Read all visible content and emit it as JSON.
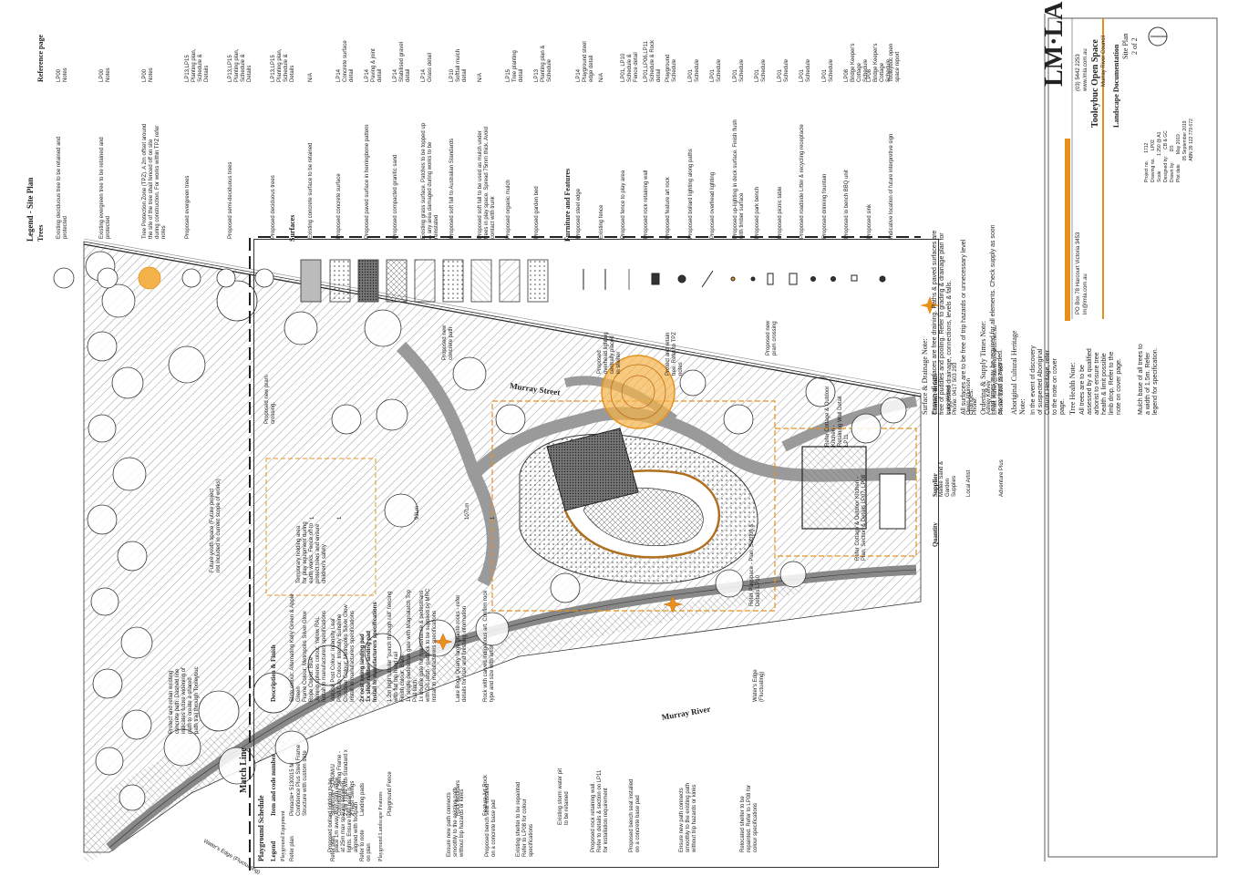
{
  "plan": {
    "street_north": "Murray Street",
    "river": "Murray River",
    "match_line": "Match Line",
    "waters_edge_1": "Water's Edge\n(Fluctuating)",
    "waters_edge_2": "Water's Edge (Fluctuating)",
    "callouts": {
      "c1": "Proposed bollard lighting to be\nplace 1m away from path edge\nat 25m max spacing between\nlights. Ensure light beam is\naligned with footpath",
      "c2": "Protect and retain existing\nconcrete path. Dashed line\nindicates future widening of\npath to create a shared\npath trail through Tooleybuc",
      "c3": "Ensure new path connects\nsmoothly to the existing path\nwithout trip hazards or kinks",
      "c4": "Proposed bench seat installed\non a concrete base pad",
      "c5": "Existing shelter to be repainted\nRefer to LP08 for colour\nspecifications",
      "c6": "Existing storm water pit\nto be retained",
      "c7": "Proposed rock retaining wall.\nRefer to details & section on LP11\nfor installation requirement",
      "c8": "Proposed bench seat installed\non a concrete base pad",
      "c9": "Ensure new path connects\nsmoothly to the existing path\nwithout trip hazards or kinks",
      "c10": "Relocated shelter to be\nrepainted. Refer to LP08 for\ncolour specifications",
      "c11": "Temporary holding area\nfor play equipment during\nearth works. Fence off to\nprotect trees and ensure\nchildren's safety",
      "c12": "Future youth space (Future project\nnot included in current scope of works)",
      "c13": "Proposed new pram\ncrossing.",
      "c14": "Proposed new\nconcrete path",
      "c15": "Proposed\noverhead lighting\ncentrally placed\nin shelter",
      "c16": "Protect and retain\ntree. Refer to TPZ\nnotes",
      "c17": "Proposed new\npram crossing",
      "c18": "Refer Playspace - Plan, Section &\nDetails LP10",
      "c19": "Refer Cottage & Outdoor Kitchen -\nPlan, Section & Details LP07, LP08",
      "c20": "Refer Cottage & Outdoor\nKitchen -\nRetaining Wall Detail\nLP11"
    }
  },
  "schedule": {
    "title": "Playground Schedule",
    "headers": [
      "Legend",
      "Item and code number",
      "Description & Finish",
      "Quantity",
      "Supplier",
      "Contact details"
    ],
    "section1": "Playground Equipment",
    "section2": "Playground Landscape Features",
    "rows": [
      {
        "legend": "Refer plan",
        "item": "Pinnacle+ 5130015 M\nConfidence Plus Steel Frame\nStructure with custom slide",
        "desc": "Slide colour: Alternating Kelly Green & Apple\nGreen\nFrame Colour: Metropolis Silver Glow\nRope Colour: Blue\nJoining spheres colour: Yellow RAL\nInstall to manufacturers specifications",
        "qty": "1",
        "supplier": "",
        "contact": ""
      },
      {
        "legend": "Refer plan",
        "item": "Spectrum+ SD40M/U\nCommunity Swing Frame -\n2.5m Triple with Standard x\n2 Nest Swings",
        "desc": "Vertical Post Colour: Intensity Leaf\nPost Cap Colour: Intensity Sunshine\nCrossbar Colour: Metropolis Silver Glow\nInstall to manufacturers specifications",
        "qty": "1",
        "supplier": "Adventure Plus",
        "contact": "Ashley Kelvey\nEmail: Ashley@adventureplus.net.au\nPhone: 1300 237 587"
      },
      {
        "legend": "Refer to note\non plan",
        "item": "Landing pads",
        "desc": "2x nest swing landing pad\n1x slide rubber landing pad\nInstall to manufacturers specifications",
        "qty": "",
        "supplier": "",
        "contact": ""
      },
      {
        "legend": "",
        "item": "Playground Fence",
        "desc": "1.2m high tubular \"punch through rail\" fencing\nwith flat top hand rail\nFinish colour: Black\n1x single pedestrian gate with Magnalatch Top\nPull latch.\n1x double gate for maintenance & pedestrians\nwith D/L latch - padlock to be supplied by MRC\nInstall to manufacturers specifications",
        "qty": "93Lm",
        "supplier": "",
        "contact": ""
      },
      {
        "legend": "",
        "item": "Rock Boulders",
        "desc": "Lake Boga Quarry large granite rocks - refer\ndetails for size and finishing information",
        "qty": "107Lm",
        "supplier": "Mallee Sand &\nGarden\nSupplies",
        "contact": "Luke Wilson\nPhone: 0417 503 293"
      },
      {
        "legend": "",
        "item": "Feature Art Rock",
        "desc": "Rock with carved indigenous art. Confirm rock\ntype and size with artist",
        "qty": "1",
        "supplier": "Local Artist",
        "contact": "Owen Atkinson\nPhone:"
      }
    ]
  },
  "legend": {
    "title": "Legend - Site Plan",
    "ref_title": "Reference page",
    "trees_title": "Trees",
    "surfaces_title": "Surfaces",
    "furniture_title": "Furniture and Features",
    "trees": [
      {
        "label": "Existing deciduous tree to be retained and\nprotected",
        "ref": "LP00\nNotes"
      },
      {
        "label": "Existing evergreen tree to be retained and\nprotected",
        "ref": "LP00\nNotes"
      },
      {
        "label": "Tree Protection Zone (TPZ). A 2m offset around\nthe site of the tree shall fenced off on site\nduring construction. For works within TPZ refer\nnotes",
        "ref": "LP00\nNotes"
      },
      {
        "label": "Proposed evergreen trees",
        "ref": "LP13,LP15\nPlanting plan,\nSchedule &\nDetails"
      },
      {
        "label": "Proposed semi-deciduous trees",
        "ref": "LP13,LP15\nPlanting plan,\nSchedule &\nDetails"
      },
      {
        "label": "Proposed deciduous trees",
        "ref": "LP13,LP15\nPlanting plan,\nSchedule &\nDetails"
      }
    ],
    "surfaces": [
      {
        "label": "Existing concrete surface to be retained",
        "ref": "N/A"
      },
      {
        "label": "Proposed concrete surface",
        "ref": "LP14\nConcrete surface\ndetail"
      },
      {
        "label": "Proposed paved surface in herringbone pattern",
        "ref": "LP14\nPaving & joint\ndetail"
      },
      {
        "label": "Proposed compacted granitic sand",
        "ref": "LP14\nStabilised gravel\ndetail"
      },
      {
        "label": "Existing grass surface. Patches to be topped up\n& any area damaged during works to be\nreinstated",
        "ref": "LP14\nGrass detail"
      },
      {
        "label": "Proposed soft fall to Australian Standards",
        "ref": "LP10\nSoftfall mulch\ndetail"
      },
      {
        "label": "Proposed soft fall to be used as mulch under\ntrees in play space. Spread 75mm thick. Avoid\ncontact with trunk",
        "ref": "N/A"
      },
      {
        "label": "Proposed organic mulch",
        "ref": "LP15\nTree planting\ndetail"
      },
      {
        "label": "Proposed garden bed",
        "ref": "LP13\nPlanting plan &\nSchedule"
      }
    ],
    "furniture": [
      {
        "label": "Proposed steel edge",
        "ref": "LP14\nPlayground steel\nedge detail"
      },
      {
        "label": "Existing fence",
        "ref": "N/A"
      },
      {
        "label": "Proposed fence to play area",
        "ref": "LP01, LP10\nSchedule &\nFence detail"
      },
      {
        "label": "Proposed rock retaining wall",
        "ref": "LP01,LP06,LP11\nSchedule & Rock\ndetail"
      },
      {
        "label": "Proposed feature art rock",
        "ref": "Playground\nSchedule"
      },
      {
        "label": "Proposed bollard lighting along paths",
        "ref": "LP01\nSchedule"
      },
      {
        "label": "Proposed overhead lighting",
        "ref": "LP01\nSchedule"
      },
      {
        "label": "Proposed up-lighting in deck surface. Finish flush\nwith timber surface",
        "ref": "LP01\nSchedule"
      },
      {
        "label": "Proposed park bench",
        "ref": "LP01\nSchedule"
      },
      {
        "label": "Proposed picnic table",
        "ref": "LP01\nSchedule"
      },
      {
        "label": "Proposed roadside Litter & recycling receptacle",
        "ref": "LP01\nSchedule"
      },
      {
        "label": "Proposed drinking fountain",
        "ref": "LP01\nSchedule"
      },
      {
        "label": "Proposed in bench BBQ unit",
        "ref": "LP08\nBridge Keeper's\nCottage\nSchedule"
      },
      {
        "label": "Proposed sink",
        "ref": "LP08\nBridge Keeper's\nCottage\nSchedule"
      },
      {
        "label": "Indicative location of future interpretive sign",
        "ref": "Tooleybuc open\nspace report"
      }
    ]
  },
  "notes": {
    "surface_title": "Surface & Drainage Note:",
    "surface": [
      "Ensure all surfaces are free draining. Paths & paved surfaces are\nfree of puddles and pooling. Refer to grading & drainage plan for\nsuggested drainage, connections, levels & falls.",
      "All surfaces are to be free of trip hazards or unnecessary level\nchanges."
    ],
    "ordering_title": "Ordering & Supply Times Note:",
    "ordering": [
      "Lead times may be required for all elements. Check supply as soon\nas contract is awarded."
    ],
    "heritage_title": "Aboriginal Cultural Heritage\nNote:",
    "heritage": [
      "In the event of discovery\nof suspected Aboriginal\nCultural Heritage, refer\nto the note on cover\npage."
    ],
    "tree_title": "Tree Health Note:",
    "tree": [
      "All trees are to be\nassessed by a qualified\narborist to ensure tree\nhealth & limit possible\nlimb drop. Refer to the\nnote on cover page.",
      "Mulch base of all trees to\na width of 1.5m. Refer\nlegend for specification."
    ]
  },
  "titleblock": {
    "logo": "LM·LA",
    "address": "PO Box 78  Harcourt  Victoria 3453",
    "email": "lm@lmla.com.au",
    "phone": "(03) 5442 2253",
    "web": "www.lmla.com.au",
    "project": "Tooleybuc Open Space",
    "client": "Murray River Council",
    "doc": "Landscape Documentation",
    "sheet": "Site Plan",
    "sheet_no": "2 of 2",
    "meta": "Project no.      1712\nDrawing no.      LP02\nScale            1:250 @ A1\nDesigned by:     CB & GC\nDrawn by:        DS\nPlot date        May 2019\n                 05 September 2019\n                 ABN 39 122 779 672"
  }
}
